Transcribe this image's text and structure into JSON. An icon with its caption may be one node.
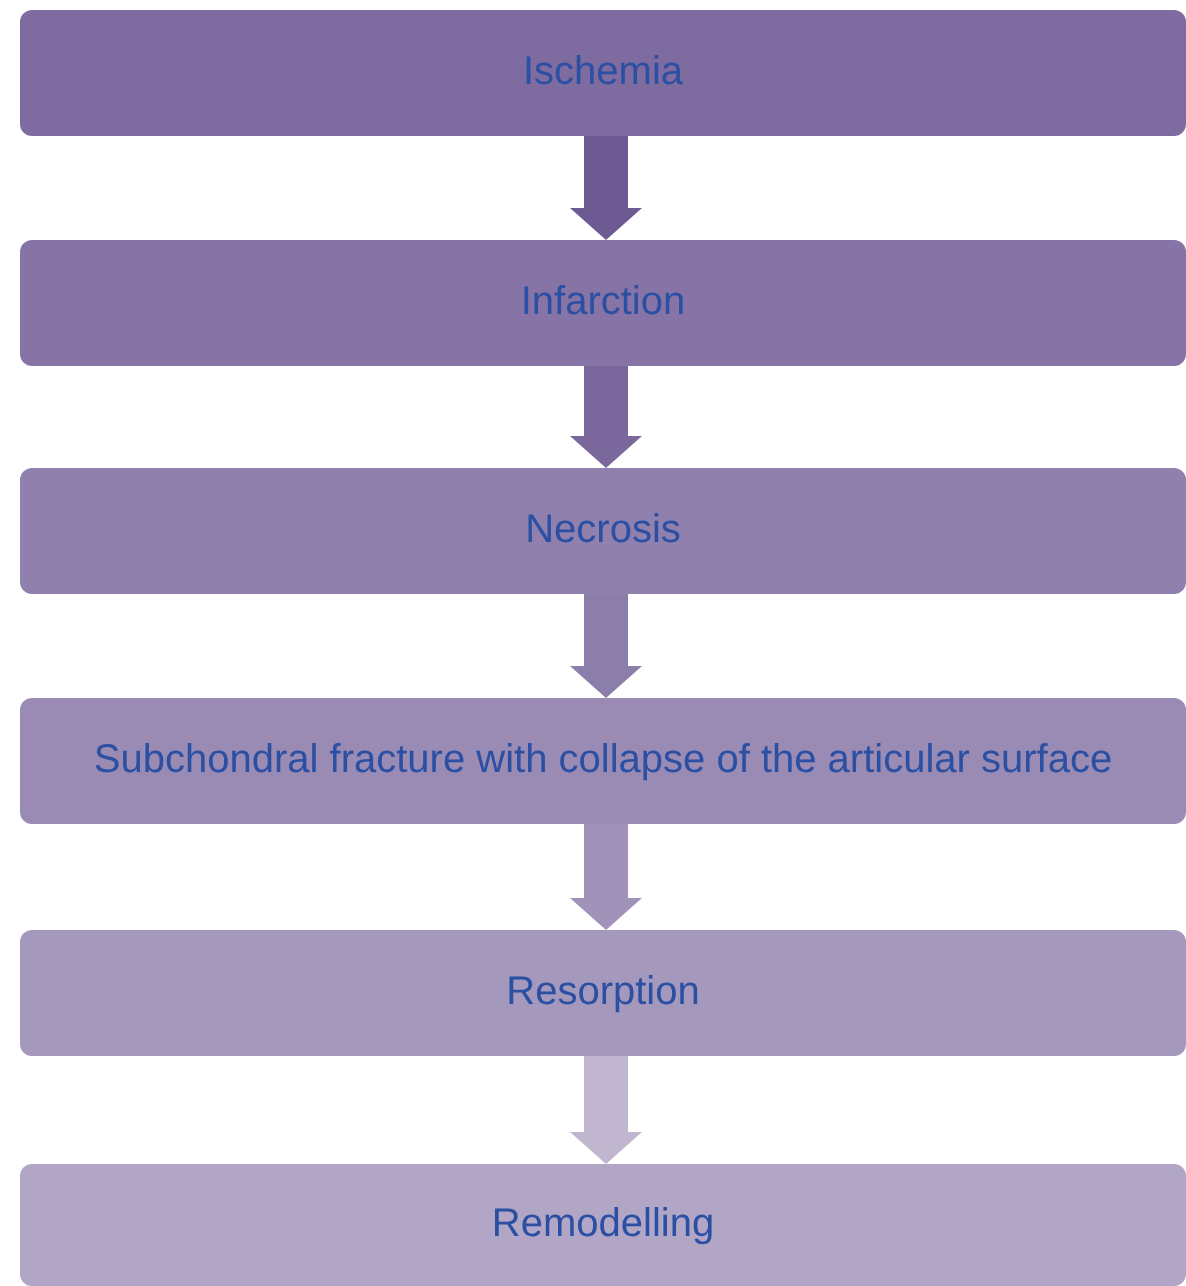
{
  "diagram": {
    "nodes": [
      {
        "text": [
          "Ischemia"
        ]
      },
      {
        "text": [
          "Infarction"
        ]
      },
      {
        "text": [
          "Necrosis"
        ]
      },
      {
        "text": [
          "Subchondral fracture with collapse of the articular surface"
        ]
      },
      {
        "text": [
          "Resorption"
        ]
      },
      {
        "text": [
          "Remodelling"
        ]
      }
    ],
    "edges": [
      {
        "from": 0,
        "to": 1,
        "arrow": "to",
        "color": "#6e5a93"
      },
      {
        "from": 1,
        "to": 2,
        "arrow": "to",
        "color": "#7a689d"
      },
      {
        "from": 2,
        "to": 3,
        "arrow": "to",
        "color": "#8c7eab"
      },
      {
        "from": 3,
        "to": 4,
        "arrow": "to",
        "color": "#a092b8"
      },
      {
        "from": 4,
        "to": 5,
        "arrow": "to",
        "color": "#c0b6d0"
      }
    ]
  }
}
